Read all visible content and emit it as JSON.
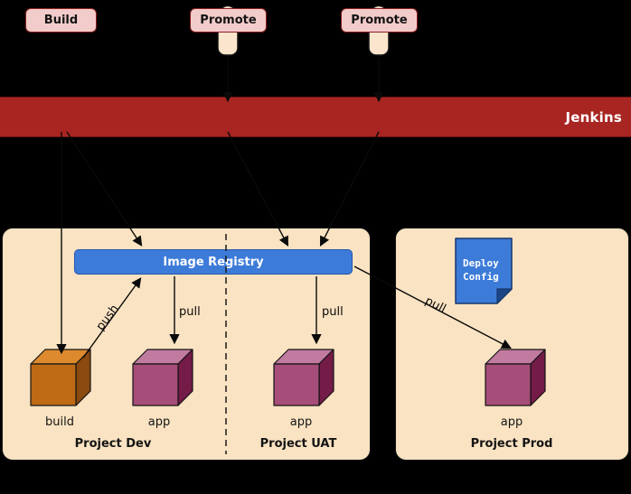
{
  "colors": {
    "background": "#000000",
    "jenkins_bar": "#A82522",
    "jenkins_button_bg": "#F2CCCA",
    "jenkins_button_border": "#8B1E1E",
    "project_box_bg": "#FAE3C2",
    "registry_bg": "#3D7BD9",
    "note_bg": "#3D7BD9",
    "note_fold": "#1C4587",
    "cube_orange_front": "#BF6A14",
    "cube_orange_top": "#DD8A2E",
    "cube_orange_side": "#8A4A10",
    "cube_plum_front": "#A64D79",
    "cube_plum_top": "#C27BA0",
    "cube_plum_side": "#741B47",
    "actor_fill": "#FCE5CD"
  },
  "jenkins": {
    "title": "Jenkins",
    "buttons": [
      {
        "label": "Build"
      },
      {
        "label": "Promote"
      },
      {
        "label": "Promote"
      }
    ]
  },
  "registry": {
    "label": "Image Registry"
  },
  "deploy_config_note": {
    "line1": "Deploy",
    "line2": "Config"
  },
  "projects": {
    "dev": {
      "label": "Project Dev",
      "cubes": [
        {
          "label": "build"
        },
        {
          "label": "app"
        }
      ]
    },
    "uat": {
      "label": "Project UAT",
      "cubes": [
        {
          "label": "app"
        }
      ]
    },
    "prod": {
      "label": "Project Prod",
      "cubes": [
        {
          "label": "app"
        }
      ]
    }
  },
  "flows": {
    "push_label": "push",
    "pull_dev_label": "pull",
    "pull_uat_label": "pull",
    "pull_prod_label": "pull"
  }
}
